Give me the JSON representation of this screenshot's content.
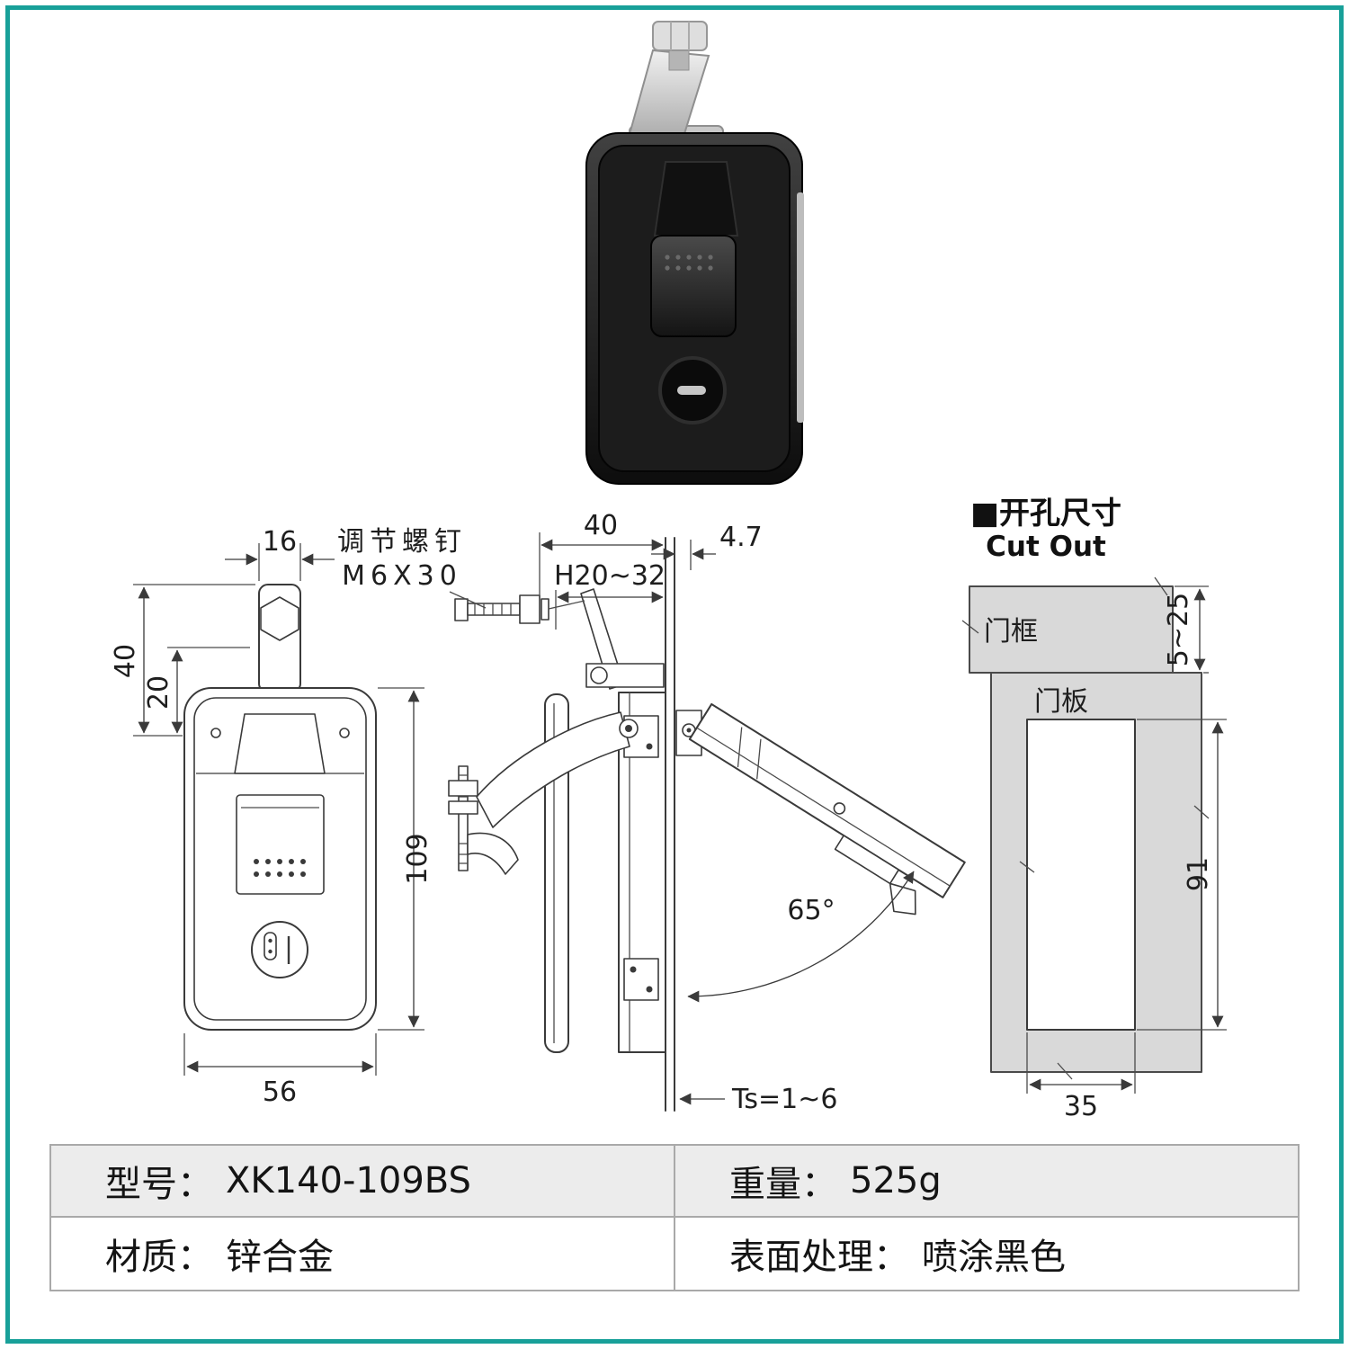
{
  "page": {
    "frame_color": "#18a099",
    "table_header_bg": "#ececec",
    "drawing_line_color": "#3a3a3a"
  },
  "product": {
    "name": "compression-latch-lock",
    "body_color": "#1c1c1c"
  },
  "front_view": {
    "dim_tab_width": "16",
    "dim_arm": "40",
    "dim_arm_inner": "20",
    "dim_height": "109",
    "dim_width": "56"
  },
  "side_view": {
    "screw_note_line1": "调节螺钉",
    "screw_note_line2": "M6X30",
    "dim_depth": "40",
    "dim_panel_offset": "4.7",
    "dim_grip_range": "H20~32",
    "dim_open_angle": "65°",
    "dim_panel_thickness": "Ts=1~6"
  },
  "cutout_view": {
    "title": "■开孔尺寸",
    "subtitle": "Cut Out",
    "door_frame_label": "门框",
    "door_panel_label": "门板",
    "dim_frame_overlap": "5~25",
    "dim_cutout_height": "91",
    "dim_cutout_width": "35"
  },
  "spec_table": {
    "model_label": "型号：",
    "model_value": "XK140-109BS",
    "weight_label": "重量：",
    "weight_value": "525g",
    "material_label": "材质：",
    "material_value": "锌合金",
    "finish_label": "表面处理：",
    "finish_value": "喷涂黑色"
  }
}
